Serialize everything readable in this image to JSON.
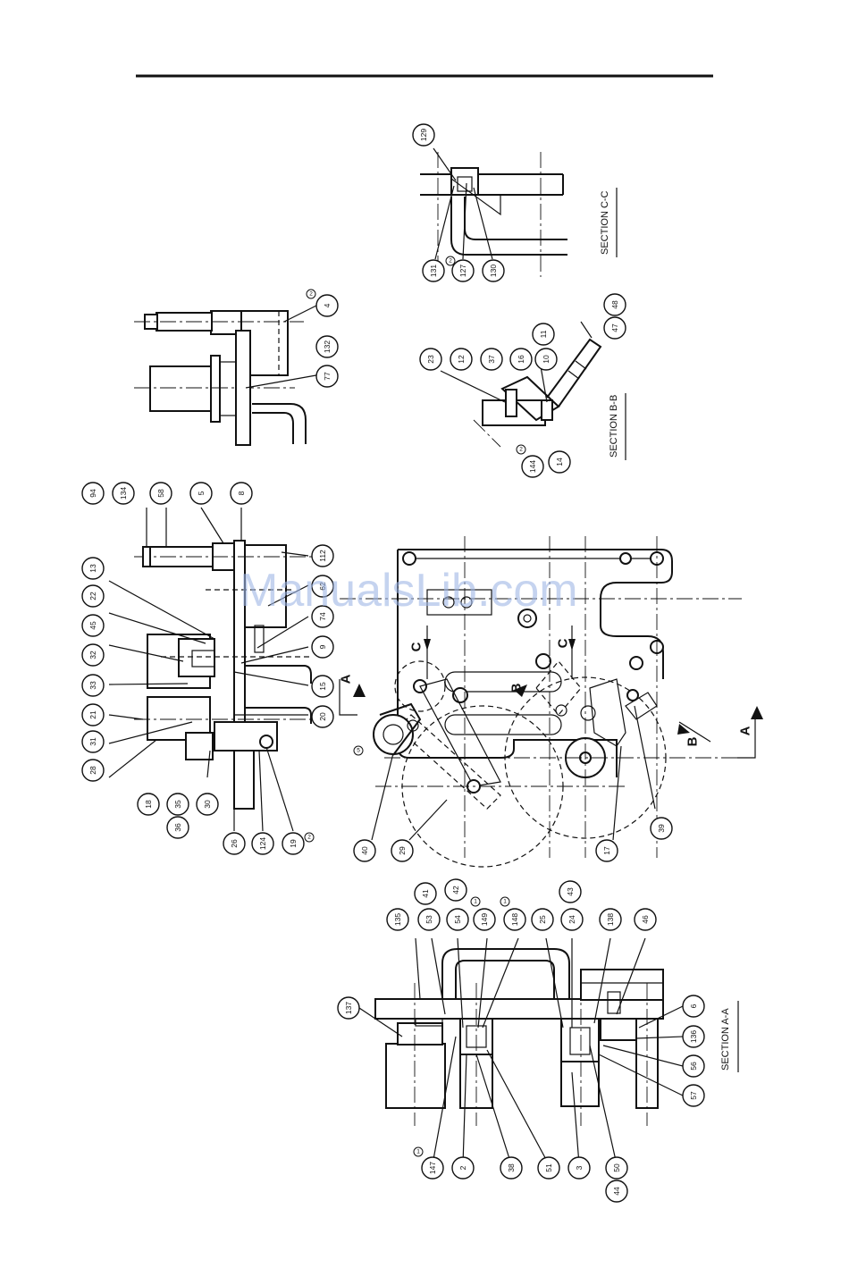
{
  "watermark": "ManualsLib.com",
  "sections": {
    "a": "SECTION A-A",
    "b": "SECTION B-B",
    "c": "SECTION C-C"
  },
  "markers": {
    "a": "A",
    "b": "B",
    "c": "C"
  },
  "notes": [
    "1",
    "2",
    "5"
  ],
  "callouts": {
    "section_c": [
      "129",
      "131",
      "127",
      "130"
    ],
    "section_b": [
      "23",
      "12",
      "37",
      "16",
      "10",
      "11",
      "48",
      "47",
      "14",
      "144"
    ],
    "motor_view": [
      "4",
      "132",
      "77"
    ],
    "side_view": [
      "94",
      "134",
      "58",
      "5",
      "8",
      "112",
      "13",
      "22",
      "45",
      "32",
      "33",
      "21",
      "31",
      "28",
      "18",
      "35",
      "36",
      "30",
      "26",
      "124",
      "19",
      "20",
      "15",
      "9",
      "74",
      "62"
    ],
    "main_view": [
      "40",
      "29",
      "17",
      "39"
    ],
    "section_a": [
      "41",
      "42",
      "43",
      "135",
      "53",
      "54",
      "149",
      "148",
      "25",
      "24",
      "138",
      "46",
      "137",
      "6",
      "136",
      "56",
      "57",
      "147",
      "2",
      "38",
      "51",
      "3",
      "50",
      "44"
    ]
  }
}
